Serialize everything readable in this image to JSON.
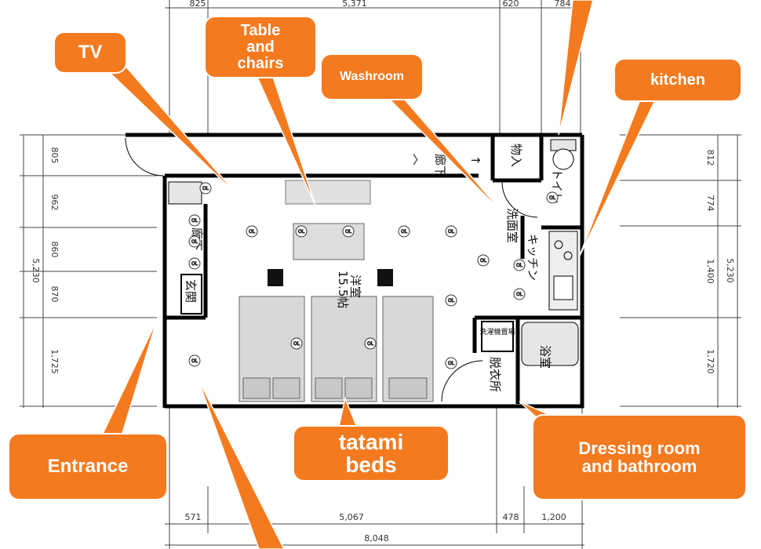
{
  "colors": {
    "callout": "#f47a1f",
    "wall": "#000000",
    "furniture": "#dcdcdc"
  },
  "callouts": {
    "tv": "TV",
    "table_chairs": "Table\nand\nchairs",
    "washroom": "Washroom",
    "kitchen": "kitchen",
    "entrance": "Entrance",
    "tatami_beds": "tatami\nbeds",
    "dressing_bathroom": "Dressing room\nand bathroom"
  },
  "dimensions": {
    "top": [
      "825",
      "5,371",
      "620",
      "784"
    ],
    "bottom": [
      "571",
      "5,067",
      "478",
      "1,200"
    ],
    "bottom_total": "8,048",
    "left": [
      "805",
      "962",
      "860",
      "870",
      "1,725"
    ],
    "left_total": "5,230",
    "right": [
      "812",
      "774",
      "1,400",
      "1,720"
    ],
    "right_total": "5,230"
  },
  "rooms": {
    "main_room_name": "洋室",
    "main_room_size": "15.5帖",
    "corridor": "廊下",
    "entrance": "玄関",
    "storage": "物入",
    "toilet": "トイレ",
    "washroom": "洗面室",
    "kitchen": "キッチン",
    "bath": "浴室",
    "dressing": "脱衣所",
    "laundry": "洗濯機置場",
    "corridor_sign": "廊下"
  },
  "symbols": {
    "outlet": "OL"
  }
}
